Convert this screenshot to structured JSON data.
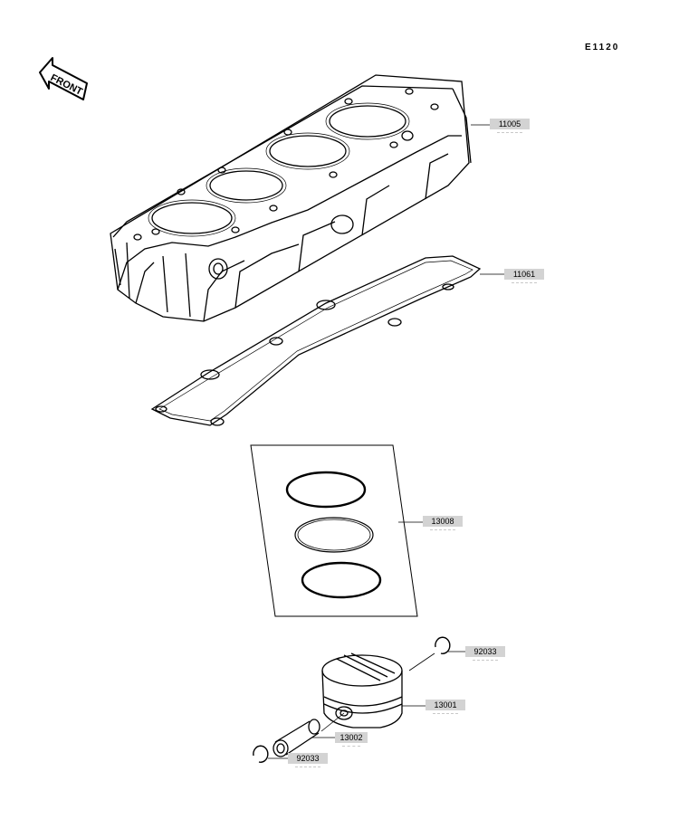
{
  "diagram": {
    "page_code": "E1120",
    "front_label": "FRONT",
    "parts": [
      {
        "id": "cylinder",
        "number": "11005"
      },
      {
        "id": "gasket",
        "number": "11061"
      },
      {
        "id": "piston-ring-set",
        "number": "13008"
      },
      {
        "id": "snap-ring-right",
        "number": "92033"
      },
      {
        "id": "piston",
        "number": "13001"
      },
      {
        "id": "piston-pin",
        "number": "13002"
      },
      {
        "id": "snap-ring-left",
        "number": "92033"
      }
    ]
  }
}
